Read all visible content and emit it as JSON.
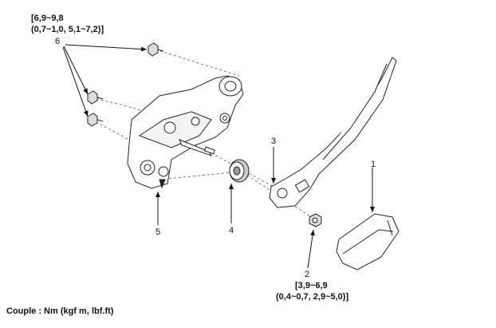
{
  "callouts": {
    "c1": "1",
    "c2": "2",
    "c3": "3",
    "c4": "4",
    "c5": "5",
    "c6": "6"
  },
  "torque_top": {
    "line1": "[6,9~9,8",
    "line2": "(0,7~1,0, 5,1~7,2)]"
  },
  "torque_bottom": {
    "line1": "[3,9~6,9",
    "line2": "(0,4~0,7, 2,9~5,0)]"
  },
  "footer": {
    "units": "Couple : Nm (kgf m, lbf.ft)"
  }
}
